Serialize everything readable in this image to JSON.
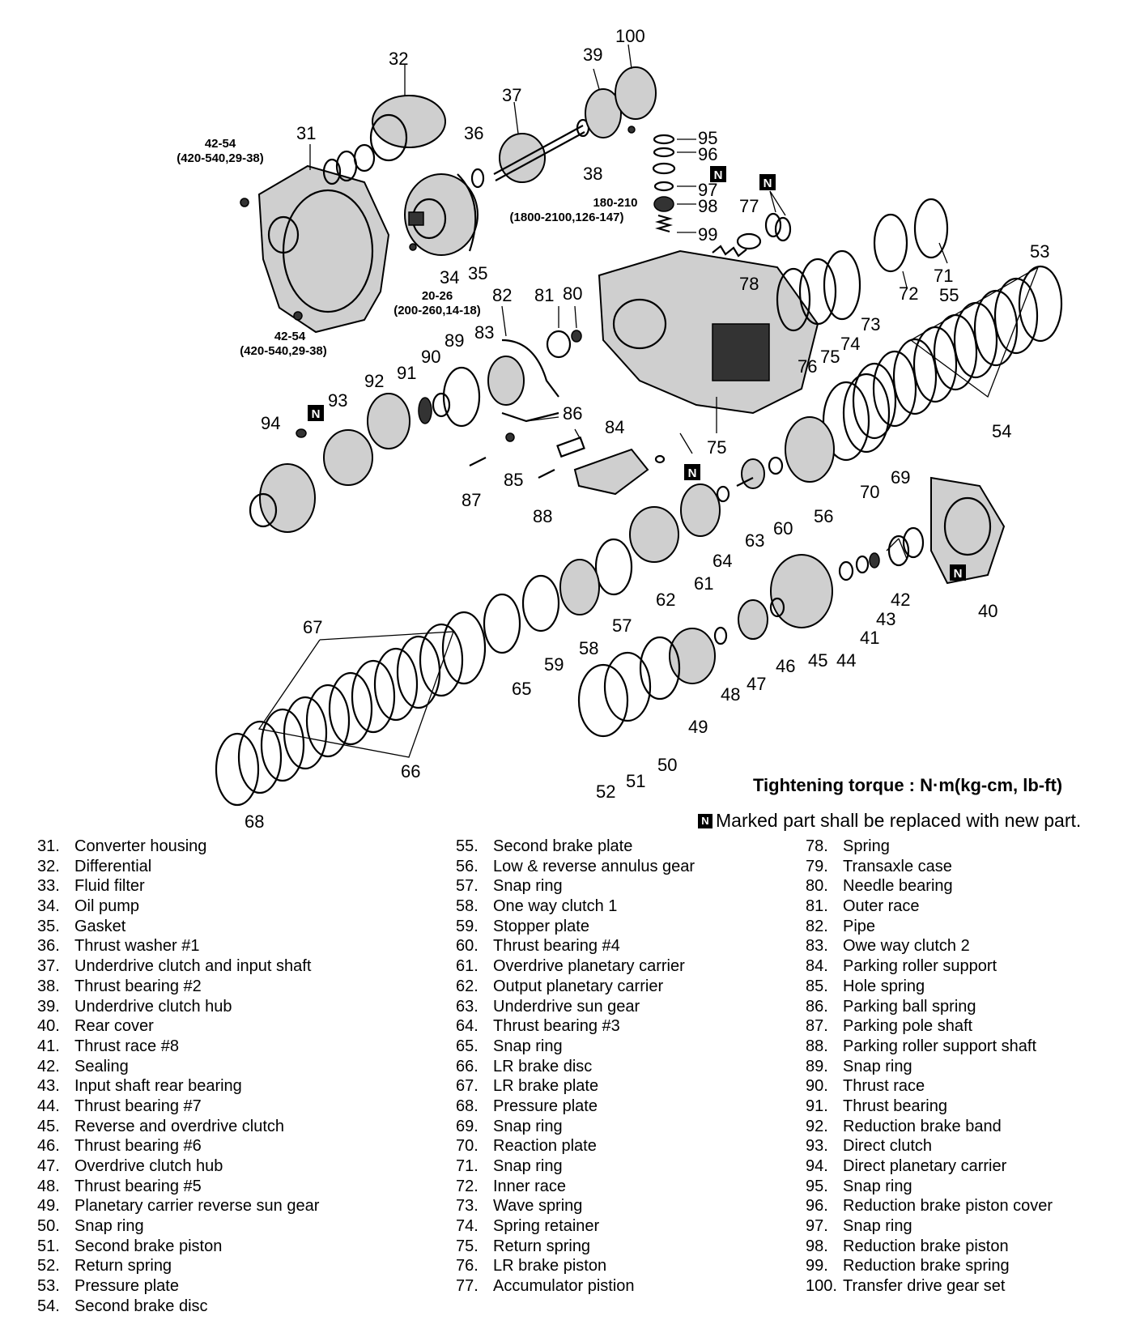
{
  "callouts": {
    "c31": "31",
    "c32": "32",
    "c34": "34",
    "c35": "35",
    "c36": "36",
    "c37": "37",
    "c38": "38",
    "c39": "39",
    "c100": "100",
    "c95": "95",
    "c96": "96",
    "c97": "97",
    "c98": "98",
    "c99": "99",
    "c77": "77",
    "c78": "78",
    "c71": "71",
    "c72": "72",
    "c53": "53",
    "c55": "55",
    "c73": "73",
    "c74": "74",
    "c75a": "75",
    "c76": "76",
    "c82": "82",
    "c81": "81",
    "c80": "80",
    "c83": "83",
    "c89": "89",
    "c90": "90",
    "c91": "91",
    "c92": "92",
    "c93": "93",
    "c94": "94",
    "c86": "86",
    "c84": "84",
    "c85": "85",
    "c87": "87",
    "c88": "88",
    "c75b": "75",
    "c54": "54",
    "c69": "69",
    "c70": "70",
    "c56": "56",
    "c60": "60",
    "c63": "63",
    "c64": "64",
    "c61": "61",
    "c62": "62",
    "c57": "57",
    "c58": "58",
    "c59": "59",
    "c65": "65",
    "c67": "67",
    "c66": "66",
    "c68": "68",
    "c52": "52",
    "c51": "51",
    "c50": "50",
    "c49": "49",
    "c48": "48",
    "c47": "47",
    "c46": "46",
    "c45": "45",
    "c44": "44",
    "c41": "41",
    "c43": "43",
    "c42": "42",
    "c40": "40"
  },
  "torque_specs": {
    "t1a": "42-54",
    "t1b": "(420-540,29-38)",
    "t2a": "180-210",
    "t2b": "(1800-2100,126-147)",
    "t3a": "20-26",
    "t3b": "(200-260,14-18)",
    "t4a": "42-54",
    "t4b": "(420-540,29-38)"
  },
  "new_part_marker": "N",
  "notes": {
    "tightening_torque": "Tightening torque : N·m(kg-cm, lb-ft)",
    "replace_note": "Marked part shall be replaced with new part."
  },
  "legend": {
    "column_1": [
      {
        "num": "31.",
        "name": "Converter housing"
      },
      {
        "num": "32.",
        "name": "Differential"
      },
      {
        "num": "33.",
        "name": "Fluid filter"
      },
      {
        "num": "34.",
        "name": "Oil pump"
      },
      {
        "num": "35.",
        "name": "Gasket"
      },
      {
        "num": "36.",
        "name": "Thrust washer #1"
      },
      {
        "num": "37.",
        "name": "Underdrive clutch and input shaft"
      },
      {
        "num": "38.",
        "name": "Thrust bearing #2"
      },
      {
        "num": "39.",
        "name": "Underdrive clutch hub"
      },
      {
        "num": "40.",
        "name": "Rear cover"
      },
      {
        "num": "41.",
        "name": "Thrust race #8"
      },
      {
        "num": "42.",
        "name": "Sealing"
      },
      {
        "num": "43.",
        "name": "Input shaft rear bearing"
      },
      {
        "num": "44.",
        "name": "Thrust bearing #7"
      },
      {
        "num": "45.",
        "name": "Reverse and overdrive clutch"
      },
      {
        "num": "46.",
        "name": "Thrust bearing #6"
      },
      {
        "num": "47.",
        "name": "Overdrive clutch hub"
      },
      {
        "num": "48.",
        "name": "Thrust bearing #5"
      },
      {
        "num": "49.",
        "name": "Planetary carrier reverse sun gear"
      },
      {
        "num": "50.",
        "name": "Snap ring"
      },
      {
        "num": "51.",
        "name": "Second brake piston"
      },
      {
        "num": "52.",
        "name": "Return spring"
      },
      {
        "num": "53.",
        "name": "Pressure plate"
      },
      {
        "num": "54.",
        "name": "Second brake disc"
      }
    ],
    "column_2": [
      {
        "num": "55.",
        "name": "Second brake plate"
      },
      {
        "num": "56.",
        "name": "Low & reverse annulus gear"
      },
      {
        "num": "57.",
        "name": "Snap ring"
      },
      {
        "num": "58.",
        "name": "One way clutch 1"
      },
      {
        "num": "59.",
        "name": "Stopper plate"
      },
      {
        "num": "60.",
        "name": "Thrust bearing #4"
      },
      {
        "num": "61.",
        "name": "Overdrive planetary carrier"
      },
      {
        "num": "62.",
        "name": "Output planetary carrier"
      },
      {
        "num": "63.",
        "name": "Underdrive sun gear"
      },
      {
        "num": "64.",
        "name": "Thrust bearing #3"
      },
      {
        "num": "65.",
        "name": "Snap ring"
      },
      {
        "num": "66.",
        "name": "LR brake disc"
      },
      {
        "num": "67.",
        "name": "LR brake plate"
      },
      {
        "num": "68.",
        "name": "Pressure plate"
      },
      {
        "num": "69.",
        "name": "Snap ring"
      },
      {
        "num": "70.",
        "name": "Reaction plate"
      },
      {
        "num": "71.",
        "name": "Snap ring"
      },
      {
        "num": "72.",
        "name": "Inner race"
      },
      {
        "num": "73.",
        "name": "Wave spring"
      },
      {
        "num": "74.",
        "name": "Spring retainer"
      },
      {
        "num": "75.",
        "name": "Return spring"
      },
      {
        "num": "76.",
        "name": "LR brake piston"
      },
      {
        "num": "77.",
        "name": "Accumulator pistion"
      }
    ],
    "column_3": [
      {
        "num": "78.",
        "name": "Spring"
      },
      {
        "num": "79.",
        "name": "Transaxle case"
      },
      {
        "num": "80.",
        "name": "Needle bearing"
      },
      {
        "num": "81.",
        "name": "Outer race"
      },
      {
        "num": "82.",
        "name": "Pipe"
      },
      {
        "num": "83.",
        "name": "Owe way clutch 2"
      },
      {
        "num": "84.",
        "name": "Parking roller support"
      },
      {
        "num": "85.",
        "name": "Hole spring"
      },
      {
        "num": "86.",
        "name": "Parking ball spring"
      },
      {
        "num": "87.",
        "name": "Parking pole shaft"
      },
      {
        "num": "88.",
        "name": "Parking roller support shaft"
      },
      {
        "num": "89.",
        "name": "Snap ring"
      },
      {
        "num": "90.",
        "name": "Thrust race"
      },
      {
        "num": "91.",
        "name": "Thrust bearing"
      },
      {
        "num": "92.",
        "name": "Reduction brake band"
      },
      {
        "num": "93.",
        "name": "Direct clutch"
      },
      {
        "num": "94.",
        "name": "Direct planetary carrier"
      },
      {
        "num": "95.",
        "name": "Snap ring"
      },
      {
        "num": "96.",
        "name": "Reduction brake piston cover"
      },
      {
        "num": "97.",
        "name": "Snap ring"
      },
      {
        "num": "98.",
        "name": "Reduction brake piston"
      },
      {
        "num": "99.",
        "name": "Reduction brake spring"
      },
      {
        "num": "100.",
        "name": "Transfer drive gear set"
      }
    ]
  }
}
